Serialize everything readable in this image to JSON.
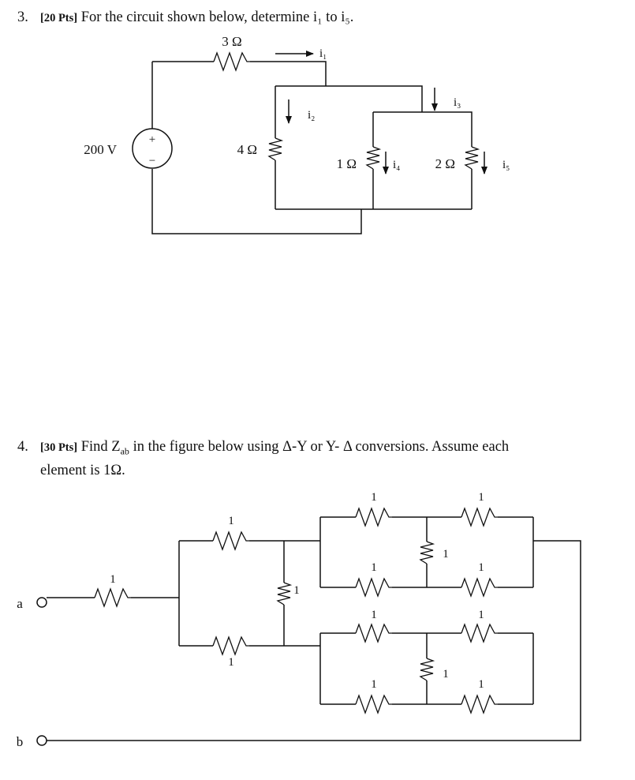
{
  "problem3": {
    "number": "3.",
    "points": "[20 Pts]",
    "text": "For the circuit shown below, determine i₁ to i₅.",
    "circuit": {
      "source_label": "200 V",
      "source_plus": "+",
      "source_minus": "−",
      "r3_label": "3 Ω",
      "r4_label": "4 Ω",
      "r1_label": "1 Ω",
      "r2_label": "2 Ω",
      "i1_label": "i₁",
      "i2_label": "i₂",
      "i3_label": "i₃",
      "i4_label": "i₄",
      "i5_label": "i₅"
    }
  },
  "problem4": {
    "number": "4.",
    "points": "[30 Pts]",
    "text_pre": "Find Z",
    "text_sub": "ab",
    "text_post": " in the figure below using Δ-Y or Y- Δ conversions.  Assume each",
    "text_line2": "element is 1Ω.",
    "circuit": {
      "terminal_a": "a",
      "terminal_b": "b",
      "resistor_value": "1"
    }
  }
}
